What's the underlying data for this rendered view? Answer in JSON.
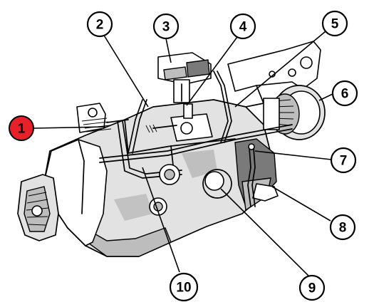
{
  "diagram": {
    "highlight_color": "#e8202a",
    "callouts": [
      {
        "id": "c1",
        "label": "1",
        "highlighted": true
      },
      {
        "id": "c2",
        "label": "2",
        "highlighted": false
      },
      {
        "id": "c3",
        "label": "3",
        "highlighted": false
      },
      {
        "id": "c4",
        "label": "4",
        "highlighted": false
      },
      {
        "id": "c5",
        "label": "5",
        "highlighted": false
      },
      {
        "id": "c6",
        "label": "6",
        "highlighted": false
      },
      {
        "id": "c7",
        "label": "7",
        "highlighted": false
      },
      {
        "id": "c8",
        "label": "8",
        "highlighted": false
      },
      {
        "id": "c9",
        "label": "9",
        "highlighted": false
      },
      {
        "id": "c10",
        "label": "10",
        "highlighted": false
      }
    ]
  }
}
